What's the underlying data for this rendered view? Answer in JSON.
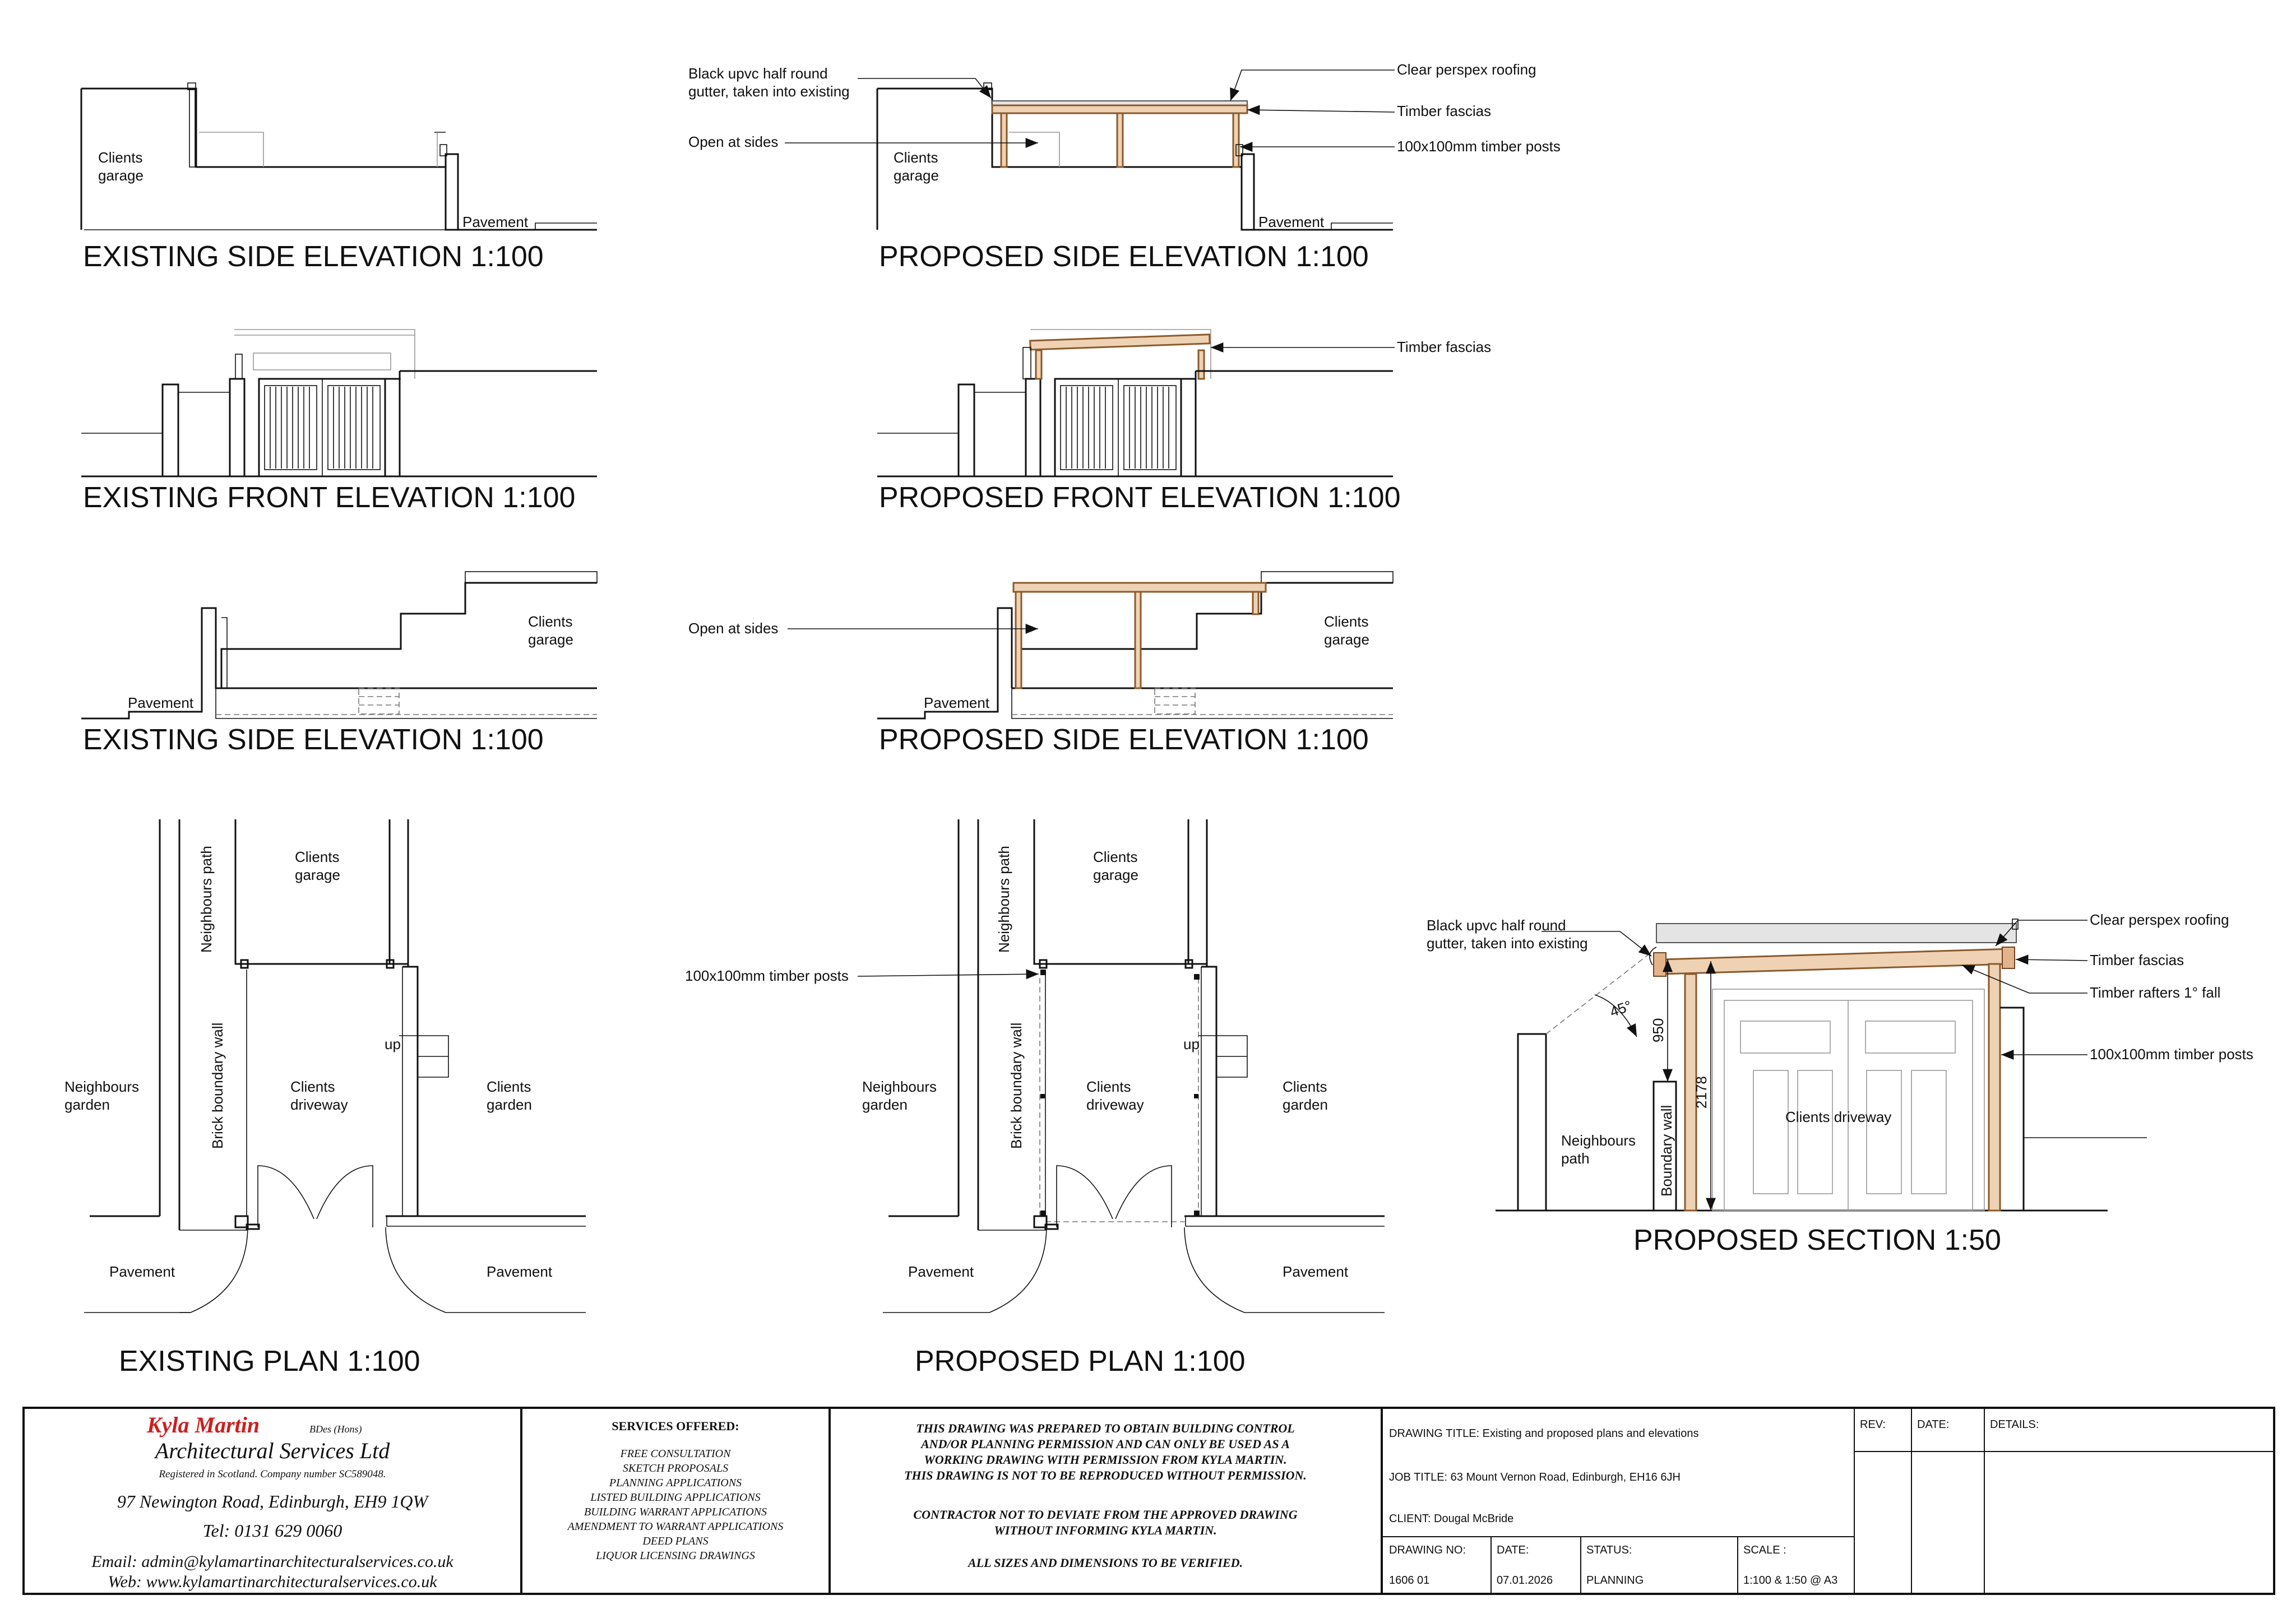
{
  "views": {
    "v1_title": "EXISTING SIDE ELEVATION 1:100",
    "v2_title": "PROPOSED SIDE ELEVATION 1:100",
    "v3_title": "EXISTING FRONT ELEVATION 1:100",
    "v4_title": "PROPOSED FRONT ELEVATION 1:100",
    "v5_title": "EXISTING SIDE ELEVATION 1:100",
    "v6_title": "PROPOSED SIDE ELEVATION 1:100",
    "v7_title": "EXISTING PLAN 1:100",
    "v8_title": "PROPOSED PLAN 1:100",
    "v9_title": "PROPOSED SECTION 1:50"
  },
  "labels": {
    "clients": "Clients",
    "garage": "garage",
    "pavement": "Pavement",
    "black_gutter_1": "Black upvc half round",
    "black_gutter_2": "gutter, taken into existing",
    "open_at_sides": "Open at sides",
    "clear_perspex": "Clear perspex roofing",
    "timber_fascias": "Timber fascias",
    "timber_posts": "100x100mm timber posts",
    "timber_rafters": "Timber rafters 1° fall",
    "neighbours_path": "Neighbours path",
    "neighbours": "Neighbours",
    "garden": "garden",
    "path": "path",
    "driveway": "driveway",
    "brick_boundary_wall": "Brick boundary wall",
    "boundary_wall": "Boundary wall",
    "up": "up",
    "clients_driveway": "Clients driveway",
    "dim_950": "950",
    "dim_2178": "2178",
    "angle_45": "45°"
  },
  "title_block": {
    "company_name": "Kyla Martin",
    "company_quals": "BDes (Hons)",
    "company_line2": "Architectural Services Ltd",
    "registered": "Registered in Scotland. Company number SC589048.",
    "address": "97 Newington Road, Edinburgh, EH9 1QW",
    "tel": "Tel: 0131 629 0060",
    "email": "Email: admin@kylamartinarchitecturalservices.co.uk",
    "web": "Web: www.kylamartinarchitecturalservices.co.uk",
    "services_heading": "SERVICES OFFERED:",
    "services": [
      "FREE CONSULTATION",
      "SKETCH PROPOSALS",
      "PLANNING APPLICATIONS",
      "LISTED BUILDING APPLICATIONS",
      "BUILDING WARRANT APPLICATIONS",
      "AMENDMENT TO WARRANT APPLICATIONS",
      "DEED PLANS",
      "LIQUOR LICENSING DRAWINGS"
    ],
    "notice_lines": [
      "THIS DRAWING WAS PREPARED TO OBTAIN BUILDING CONTROL",
      "AND/OR PLANNING PERMISSION AND CAN ONLY BE USED AS A",
      "WORKING DRAWING WITH PERMISSION FROM KYLA MARTIN.",
      "THIS DRAWING IS NOT TO BE REPRODUCED WITHOUT PERMISSION."
    ],
    "contractor_lines": [
      "CONTRACTOR NOT TO DEVIATE FROM THE APPROVED DRAWING",
      "WITHOUT INFORMING KYLA MARTIN."
    ],
    "verify_line": "ALL SIZES AND DIMENSIONS TO BE VERIFIED.",
    "drawing_title": "DRAWING TITLE:  Existing and proposed plans and elevations",
    "job_title": "JOB TITLE: 63 Mount Vernon Road, Edinburgh, EH16 6JH",
    "client": "CLIENT: Dougal McBride",
    "drawing_no_label": "DRAWING NO:",
    "drawing_no": "1606 01",
    "date_label": "DATE:",
    "date": "07.01.2026",
    "status_label": "STATUS:",
    "status": "PLANNING",
    "scale_label": "SCALE :",
    "scale": "1:100 & 1:50 @ A3",
    "rev_label": "REV:",
    "rev_date_label": "DATE:",
    "details_label": "DETAILS:"
  },
  "colors": {
    "timber_fill": "#efd2b4",
    "timber_stroke": "#8a5a2b",
    "company_red": "#cc1f1f",
    "line": "#111111"
  }
}
